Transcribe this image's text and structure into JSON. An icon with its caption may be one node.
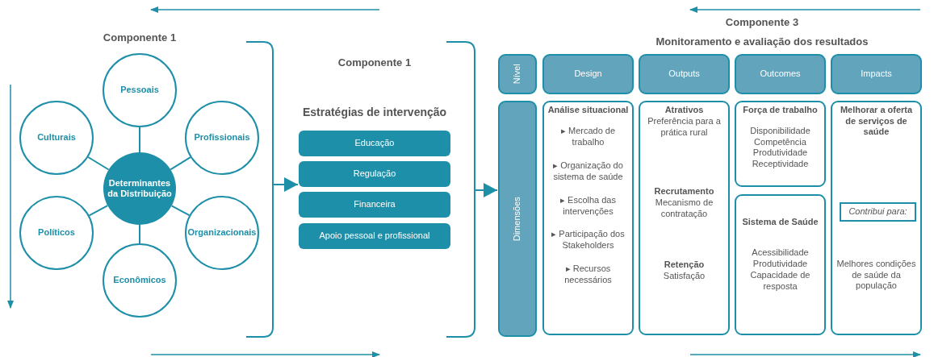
{
  "diagram": {
    "nodes": [
      {
        "text": [
          "Determinantes da Distribuição"
        ]
      },
      {
        "text": [
          "Pessoais"
        ]
      },
      {
        "text": [
          "Profissionais"
        ]
      },
      {
        "text": [
          "Organizacionais"
        ]
      },
      {
        "text": [
          "Econômicos"
        ]
      },
      {
        "text": [
          "Políticos"
        ]
      },
      {
        "text": [
          "Culturais"
        ]
      },
      {
        "text": [
          "Educação"
        ]
      },
      {
        "text": [
          "Regulação"
        ]
      },
      {
        "text": [
          "Financeira"
        ]
      },
      {
        "text": [
          "Apoio pessoal e profissional"
        ]
      },
      {
        "text": [
          "Nível"
        ]
      },
      {
        "text": [
          "Design"
        ]
      },
      {
        "text": [
          "Outputs"
        ]
      },
      {
        "text": [
          "Outcomes"
        ]
      },
      {
        "text": [
          "Impacts"
        ]
      },
      {
        "text": [
          "Dimensões"
        ]
      },
      {
        "text": [
          "Análise situacional",
          "▸ Mercado de trabalho",
          "▸ Organização do sistema de saúde",
          "▸ Escolha das intervenções",
          "▸ Participação dos Stakeholders",
          "▸ Recursos necessários"
        ]
      },
      {
        "text": [
          "Atrativos",
          "Preferência para a prática rural",
          "Recrutamento",
          "Mecanismo de contratação",
          "Retenção",
          "Satisfação"
        ]
      },
      {
        "text": [
          "Força de trabalho",
          "Disponibilidade",
          "Competência",
          "Produtividade",
          "Receptividade"
        ]
      },
      {
        "text": [
          "Sistema de Saúde",
          "Acessibilidade",
          "Produtividade",
          "Capacidade de resposta"
        ]
      },
      {
        "text": [
          "Melhorar a oferta de serviços de saúde",
          "Melhores condições de saúde da população"
        ]
      },
      {
        "text": [
          "Contribui para:"
        ],
        "in": 21
      },
      {
        "text": [],
        "shape": "bracket"
      },
      {
        "text": [],
        "shape": "bracket"
      }
    ],
    "edges": [
      {
        "from": 0,
        "to": 1,
        "arrow": "none"
      },
      {
        "from": 0,
        "to": 2,
        "arrow": "none"
      },
      {
        "from": 0,
        "to": 3,
        "arrow": "none"
      },
      {
        "from": 0,
        "to": 4,
        "arrow": "none"
      },
      {
        "from": 0,
        "to": 5,
        "arrow": "none"
      },
      {
        "from": 0,
        "to": 6,
        "arrow": "none"
      },
      {
        "from": 23,
        "to": 8,
        "arrow": "to"
      },
      {
        "from": 24,
        "to": 16,
        "arrow": "to"
      }
    ],
    "labels": [
      "Componente 1",
      "Componente 1",
      "Estratégias de intervenção",
      "Componente 3",
      "Monitoramento e avaliação dos resultados"
    ]
  }
}
